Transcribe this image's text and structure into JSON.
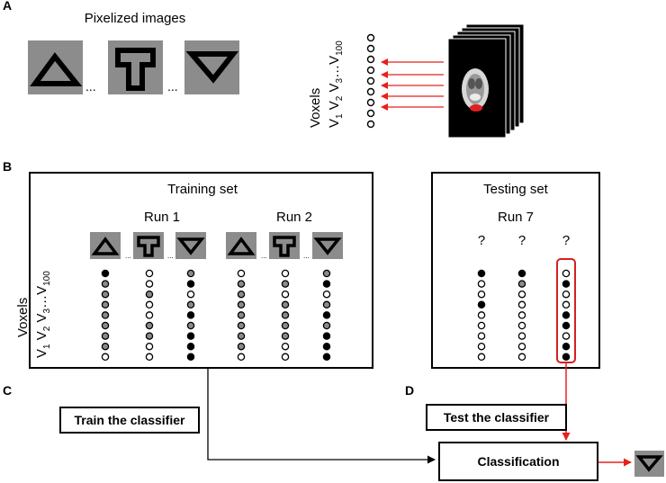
{
  "panels": {
    "a": "A",
    "b": "B",
    "c": "C",
    "d": "D"
  },
  "panel_a": {
    "title": "Pixelized images",
    "ellipsis": "...",
    "voxels_label": "Voxels",
    "voxel_sub": [
      "1",
      "2",
      "3",
      "100"
    ]
  },
  "training": {
    "title": "Training set",
    "runs": [
      "Run 1",
      "Run 2"
    ],
    "ellipsis": "...",
    "voxels_label": "Voxels",
    "voxel_sub": [
      "1",
      "2",
      "3",
      "100"
    ]
  },
  "testing": {
    "title": "Testing set",
    "run": "Run 7",
    "unknown": "?"
  },
  "steps": {
    "train": "Train the classifier",
    "test": "Test the classifier",
    "classify": "Classification"
  },
  "colors": {
    "arrow_red": "#e8201c",
    "highlight_red": "#d42020",
    "image_bg": "#8c8c8c"
  }
}
